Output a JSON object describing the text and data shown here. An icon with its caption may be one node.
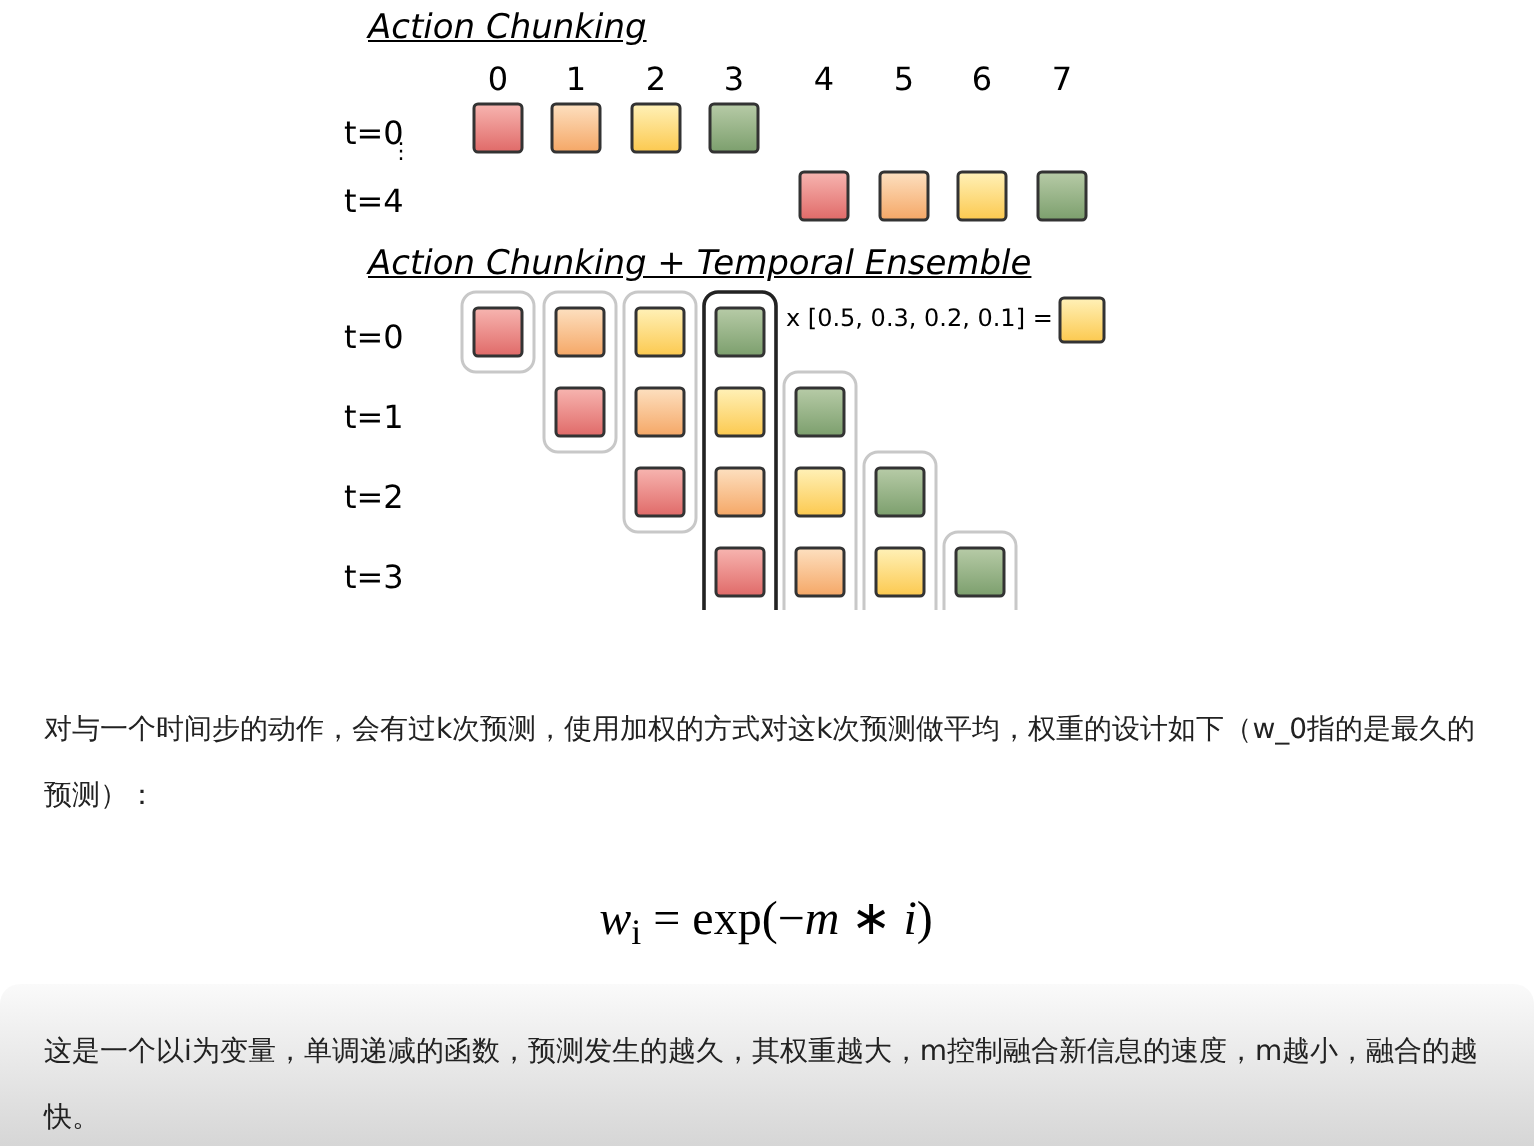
{
  "diagram": {
    "labels": [
      "Action Chunking",
      "0",
      "1",
      "2",
      "3",
      "4",
      "5",
      "6",
      "7",
      "t=0",
      "⋮",
      "t=4",
      "Action Chunking + Temporal Ensemble",
      "t=0",
      "x [0.5, 0.3, 0.2, 0.1] =",
      "t=1",
      "t=2",
      "t=3",
      "对与一个时间步的动作，会有过k次预测，使用加权的方式对这k次预测做平均，权重的设计如下（w_0指的是最久的预测）：",
      "*w*$_{i}$ = exp(−*m* ∗ *i*)",
      "这是一个以i为变量，单调递减的函数，预测发生的越久，其权重越大，m控制融合新信息的速度，m越小，融合的越快。"
    ]
  }
}
